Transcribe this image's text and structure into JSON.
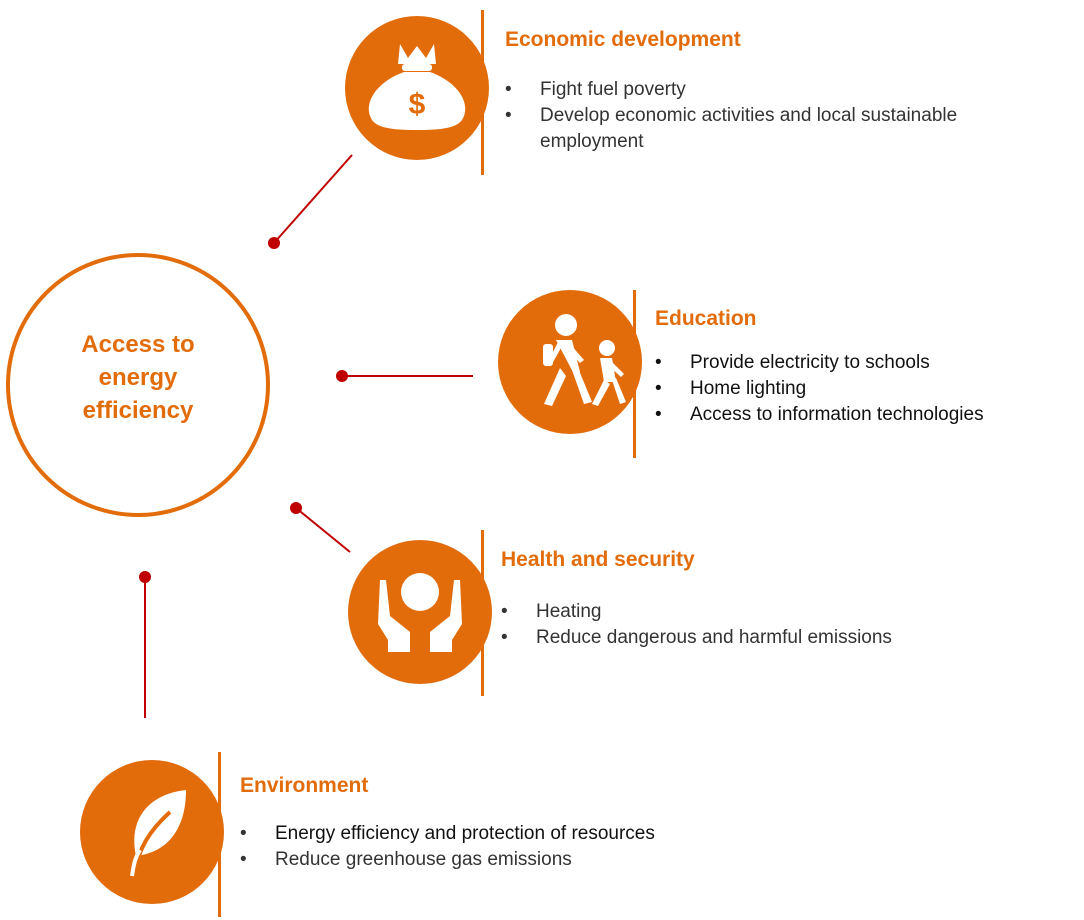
{
  "center": {
    "lines": [
      "Access to",
      "energy",
      "efficiency"
    ]
  },
  "colors": {
    "accent": "#E36C0A",
    "connector": "#C00000",
    "icon_fill": "#E36C0A",
    "icon_glyph": "#FFFFFF"
  },
  "items": [
    {
      "title": "Economic development",
      "icon": "money-bag-icon",
      "bullets": [
        "Fight fuel poverty",
        "Develop economic activities and local sustainable employment"
      ]
    },
    {
      "title": "Education",
      "icon": "walking-adult-child-icon",
      "bullets": [
        "Provide electricity to schools",
        "Home lighting",
        "Access to information technologies"
      ]
    },
    {
      "title": "Health and security",
      "icon": "hands-holding-icon",
      "bullets": [
        "Heating",
        "Reduce dangerous and harmful emissions"
      ]
    },
    {
      "title": "Environment",
      "icon": "leaf-icon",
      "bullets": [
        "Energy efficiency and protection of resources",
        "Reduce greenhouse gas emissions"
      ]
    }
  ]
}
